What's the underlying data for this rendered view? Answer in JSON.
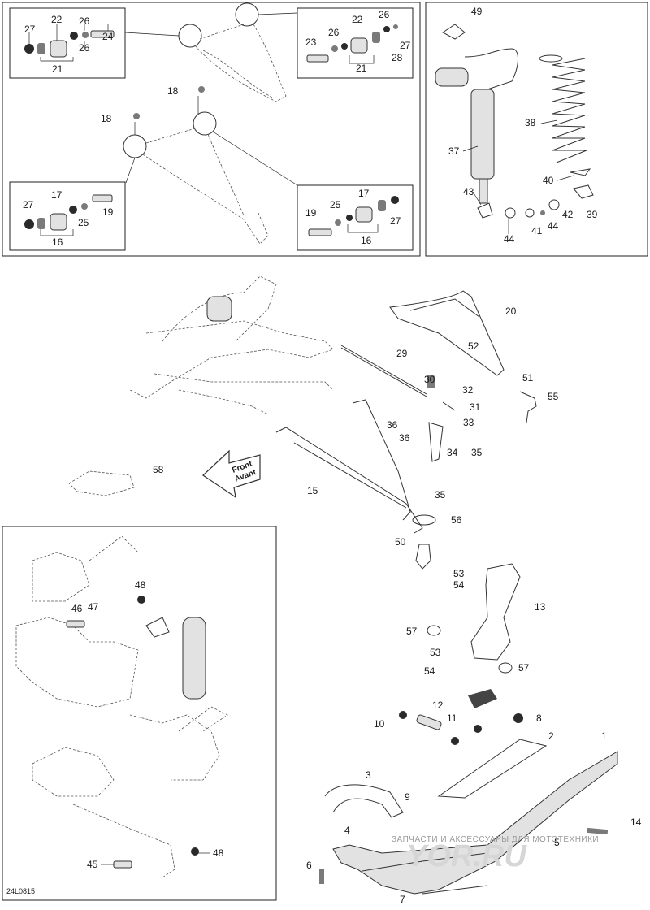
{
  "diagram_code": "24L0815",
  "front_label": {
    "line1": "Front",
    "line2": "Avant"
  },
  "watermark": {
    "text": "ЗАПЧАСТИ И АКСЕССУАРЫ ДЛЯ МОТОТЕХНИКИ",
    "logo": "YOR.RU"
  },
  "callouts": {
    "c1": "1",
    "c2": "2",
    "c3": "3",
    "c4": "4",
    "c5": "5",
    "c6": "6",
    "c7": "7",
    "c8": "8",
    "c9": "9",
    "c10": "10",
    "c11": "11",
    "c12": "12",
    "c13": "13",
    "c14": "14",
    "c15": "15",
    "c16": "16",
    "c17": "17",
    "c18": "18",
    "c19": "19",
    "c20": "20",
    "c21": "21",
    "c22": "22",
    "c23": "23",
    "c24": "24",
    "c25": "25",
    "c26": "26",
    "c27": "27",
    "c28": "28",
    "c29": "29",
    "c30": "30",
    "c31": "31",
    "c32": "32",
    "c33": "33",
    "c34": "34",
    "c35": "35",
    "c36": "36",
    "c37": "37",
    "c38": "38",
    "c39": "39",
    "c40": "40",
    "c41": "41",
    "c42": "42",
    "c43": "43",
    "c44": "44",
    "c45": "45",
    "c46": "46",
    "c47": "47",
    "c48": "48",
    "c49": "49",
    "c50": "50",
    "c51": "51",
    "c52": "52",
    "c53": "53",
    "c54": "54",
    "c55": "55",
    "c56": "56",
    "c57": "57",
    "c58": "58"
  }
}
